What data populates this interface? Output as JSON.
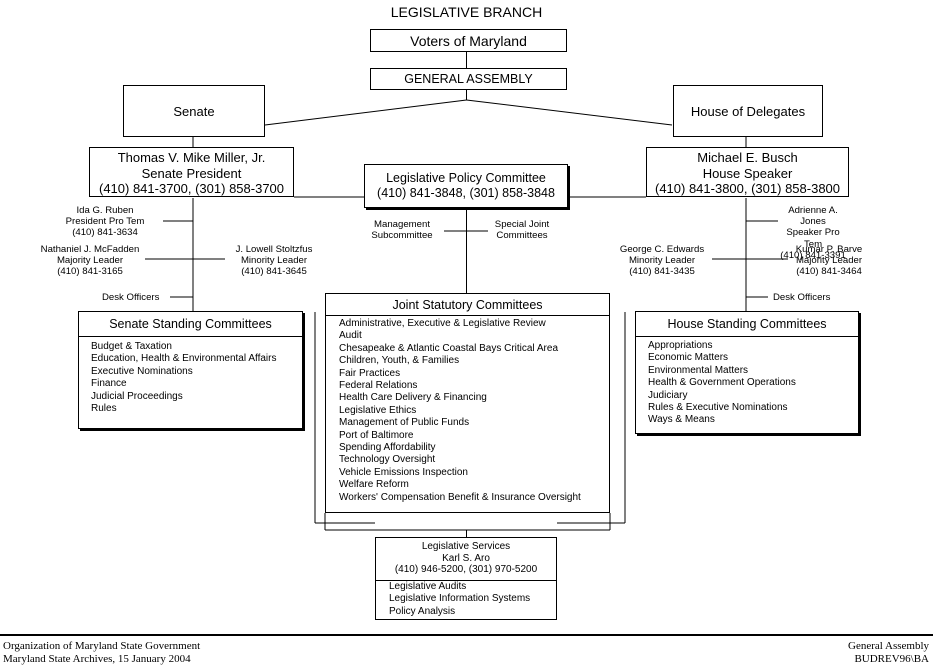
{
  "title": "LEGISLATIVE BRANCH",
  "voters": "Voters of Maryland",
  "general_assembly": "GENERAL ASSEMBLY",
  "senate": {
    "label": "Senate",
    "president": {
      "name": "Thomas V. Mike Miller, Jr.",
      "role": "Senate President",
      "phone": "(410) 841-3700, (301) 858-3700"
    },
    "pro_tem": {
      "name": "Ida G. Ruben",
      "role": "President Pro Tem",
      "phone": "(410) 841-3634"
    },
    "majority": {
      "name": "Nathaniel J. McFadden",
      "role": "Majority Leader",
      "phone": "(410) 841-3165"
    },
    "minority": {
      "name": "J. Lowell Stoltzfus",
      "role": "Minority Leader",
      "phone": "(410) 841-3645"
    },
    "desk_officers": "Desk Officers",
    "standing_title": "Senate Standing Committees",
    "standing": [
      "Budget & Taxation",
      "Education, Health & Environmental Affairs",
      "Executive Nominations",
      "Finance",
      "Judicial Proceedings",
      "Rules"
    ]
  },
  "house": {
    "label": "House of Delegates",
    "speaker": {
      "name": "Michael E. Busch",
      "role": "House Speaker",
      "phone": "(410) 841-3800, (301) 858-3800"
    },
    "pro_tem": {
      "name": "Adrienne A. Jones",
      "role": "Speaker Pro Tem",
      "phone": "(410) 841-3391"
    },
    "minority": {
      "name": "George C. Edwards",
      "role": "Minority Leader",
      "phone": "(410) 841-3435"
    },
    "majority": {
      "name": "Kumar P. Barve",
      "role": "Majority Leader",
      "phone": "(410) 841-3464"
    },
    "desk_officers": "Desk Officers",
    "standing_title": "House Standing Committees",
    "standing": [
      "Appropriations",
      "Economic Matters",
      "Environmental Matters",
      "Health & Government Operations",
      "Judiciary",
      "Rules & Executive Nominations",
      "Ways & Means"
    ]
  },
  "policy": {
    "title": "Legislative Policy Committee",
    "phone": "(410) 841-3848, (301) 858-3848",
    "management_line1": "Management",
    "management_line2": "Subcommittee",
    "special_line1": "Special Joint",
    "special_line2": "Committees"
  },
  "joint": {
    "title": "Joint Statutory Committees",
    "items": [
      "Administrative, Executive & Legislative Review",
      "Audit",
      "Chesapeake & Atlantic Coastal Bays Critical Area",
      "Children, Youth, & Families",
      "Fair Practices",
      "Federal Relations",
      "Health Care Delivery & Financing",
      "Legislative Ethics",
      "Management of Public Funds",
      "Port of Baltimore",
      "Spending Affordability",
      "Technology Oversight",
      "Vehicle Emissions Inspection",
      "Welfare Reform",
      "Workers' Compensation Benefit & Insurance Oversight"
    ]
  },
  "services": {
    "title": "Legislative Services",
    "name": "Karl S. Aro",
    "phone": "(410) 946-5200, (301) 970-5200",
    "items": [
      "Legislative Audits",
      "Legislative Information Systems",
      "Policy Analysis"
    ]
  },
  "footer": {
    "left1": "Organization of Maryland State Government",
    "left2": "Maryland State Archives, 15 January 2004",
    "right1": "General Assembly",
    "right2": "BUDREV96\\BA"
  }
}
